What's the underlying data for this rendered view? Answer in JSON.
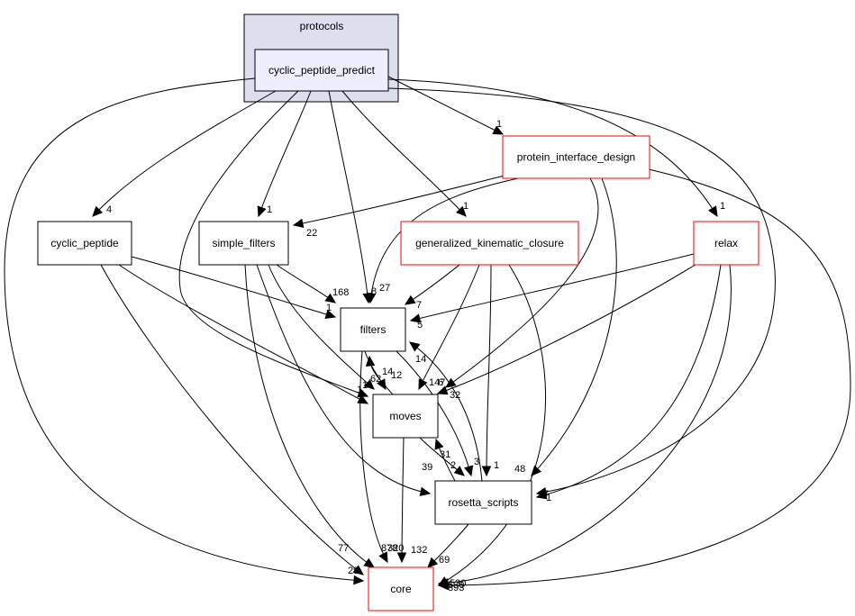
{
  "cluster": {
    "label": "protocols"
  },
  "nodes": {
    "cyclic_peptide_predict": {
      "label": "cyclic_peptide_predict",
      "style": "current"
    },
    "protein_interface_design": {
      "label": "protein_interface_design",
      "style": "red"
    },
    "cyclic_peptide": {
      "label": "cyclic_peptide",
      "style": "black"
    },
    "simple_filters": {
      "label": "simple_filters",
      "style": "black"
    },
    "generalized_kinematic_closure": {
      "label": "generalized_kinematic_closure",
      "style": "red"
    },
    "relax": {
      "label": "relax",
      "style": "red"
    },
    "filters": {
      "label": "filters",
      "style": "black"
    },
    "moves": {
      "label": "moves",
      "style": "black"
    },
    "rosetta_scripts": {
      "label": "rosetta_scripts",
      "style": "black"
    },
    "core": {
      "label": "core",
      "style": "red"
    }
  },
  "edges": [
    {
      "from": "cyclic_peptide_predict",
      "to": "protein_interface_design",
      "label": "1"
    },
    {
      "from": "cyclic_peptide_predict",
      "to": "cyclic_peptide",
      "label": "4"
    },
    {
      "from": "cyclic_peptide_predict",
      "to": "simple_filters",
      "label": "1"
    },
    {
      "from": "cyclic_peptide_predict",
      "to": "generalized_kinematic_closure",
      "label": "1"
    },
    {
      "from": "cyclic_peptide_predict",
      "to": "relax",
      "label": "1"
    },
    {
      "from": "cyclic_peptide_predict",
      "to": "filters",
      "label": "8"
    },
    {
      "from": "cyclic_peptide_predict",
      "to": "moves",
      "label": "1"
    },
    {
      "from": "cyclic_peptide_predict",
      "to": "rosetta_scripts",
      "label": "7"
    },
    {
      "from": "cyclic_peptide_predict",
      "to": "core",
      "label": "29"
    },
    {
      "from": "protein_interface_design",
      "to": "simple_filters",
      "label": "22"
    },
    {
      "from": "protein_interface_design",
      "to": "filters",
      "label": "27"
    },
    {
      "from": "protein_interface_design",
      "to": "moves",
      "label": "6"
    },
    {
      "from": "protein_interface_design",
      "to": "rosetta_scripts",
      "label": "48"
    },
    {
      "from": "protein_interface_design",
      "to": "core",
      "label": "530"
    },
    {
      "from": "cyclic_peptide",
      "to": "filters",
      "label": "1"
    },
    {
      "from": "cyclic_peptide",
      "to": "moves",
      "label": "1"
    },
    {
      "from": "cyclic_peptide",
      "to": "core",
      "label": "77"
    },
    {
      "from": "simple_filters",
      "to": "filters",
      "label": "168"
    },
    {
      "from": "simple_filters",
      "to": "moves",
      "label": "62"
    },
    {
      "from": "simple_filters",
      "to": "rosetta_scripts",
      "label": "39"
    },
    {
      "from": "simple_filters",
      "to": "core",
      "label": "878"
    },
    {
      "from": "generalized_kinematic_closure",
      "to": "filters",
      "label": "7"
    },
    {
      "from": "generalized_kinematic_closure",
      "to": "moves",
      "label": "147"
    },
    {
      "from": "generalized_kinematic_closure",
      "to": "rosetta_scripts",
      "label": "1"
    },
    {
      "from": "generalized_kinematic_closure",
      "to": "core",
      "label": "530"
    },
    {
      "from": "relax",
      "to": "filters",
      "label": "5"
    },
    {
      "from": "relax",
      "to": "moves",
      "label": "32"
    },
    {
      "from": "relax",
      "to": "rosetta_scripts",
      "label": "1"
    },
    {
      "from": "relax",
      "to": "core",
      "label": "893"
    },
    {
      "from": "filters",
      "to": "moves",
      "label": "14"
    },
    {
      "from": "filters",
      "to": "rosetta_scripts",
      "label": "3"
    },
    {
      "from": "filters",
      "to": "core",
      "label": "320"
    },
    {
      "from": "moves",
      "to": "filters",
      "label": "12"
    },
    {
      "from": "moves",
      "to": "rosetta_scripts",
      "label": "31"
    },
    {
      "from": "moves",
      "to": "core",
      "label": "132"
    },
    {
      "from": "rosetta_scripts",
      "to": "filters",
      "label": "14"
    },
    {
      "from": "rosetta_scripts",
      "to": "moves",
      "label": "2"
    },
    {
      "from": "rosetta_scripts",
      "to": "core",
      "label": "69"
    }
  ],
  "colors": {
    "cluster_fill": "#dddeee",
    "cluster_stroke": "#000000",
    "current_fill": "#eeeeff",
    "red_stroke": "#ff0000",
    "black_stroke": "#000000",
    "node_fill": "#ffffff",
    "edge": "#000000"
  }
}
